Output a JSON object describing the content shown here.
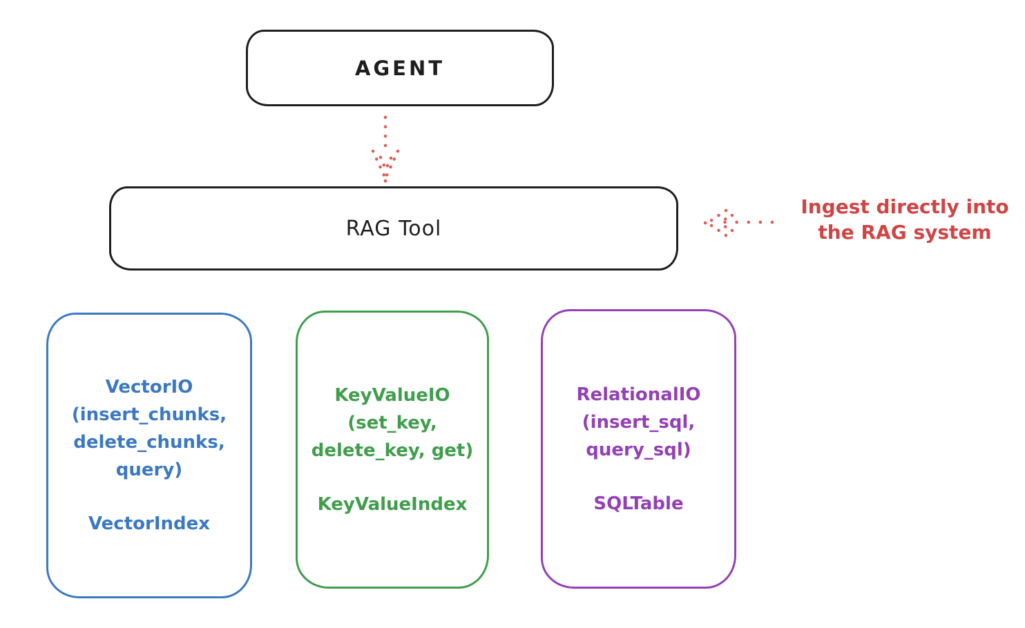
{
  "diagram": {
    "style": "hand-drawn-whiteboard",
    "background": "#ffffff"
  },
  "colors": {
    "stroke_black": "#1e1e1e",
    "vector_blue": "#3b78c3",
    "keyvalue_green": "#3f9e4c",
    "relational_purple": "#9440b5",
    "annotation_red": "#cf4545",
    "arrow_red": "#e05b52"
  },
  "nodes": {
    "agent": {
      "label": "AGENT"
    },
    "rag_tool": {
      "label": "RAG Tool"
    },
    "vector_io": {
      "title_lines": [
        "VectorIO",
        "(insert_chunks,",
        "delete_chunks,",
        "query)"
      ],
      "index_label": "VectorIndex",
      "color": "#3b78c3"
    },
    "key_value_io": {
      "title_lines": [
        "KeyValueIO",
        "(set_key,",
        "delete_key, get)"
      ],
      "index_label": "KeyValueIndex",
      "color": "#3f9e4c"
    },
    "relational_io": {
      "title_lines": [
        "RelationalIO",
        "(insert_sql,",
        "query_sql)"
      ],
      "index_label": "SQLTable",
      "color": "#9440b5"
    }
  },
  "annotation": {
    "lines": [
      "Ingest directly into",
      "the RAG system"
    ],
    "color": "#cf4545"
  },
  "arrows": [
    {
      "name": "agent-to-rag-arrow",
      "style": "dotted",
      "direction": "down",
      "color": "#e05b52"
    },
    {
      "name": "ingest-annotation-arrow",
      "style": "dotted",
      "direction": "left",
      "color": "#e05b52"
    }
  ]
}
